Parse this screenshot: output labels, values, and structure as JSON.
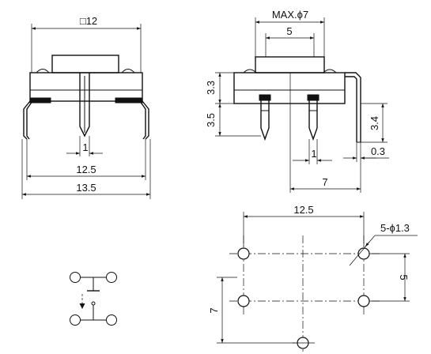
{
  "front_view": {
    "dim_body": "□12",
    "dim_pin_width": "1",
    "dim_pin_span": "12.5",
    "dim_overall": "13.5"
  },
  "side_view": {
    "dim_stem_max": "MAX.ϕ7",
    "dim_stem": "5",
    "dim_height_upper": "3.3",
    "dim_height_lower": "3.5",
    "dim_leg_length": "3.4",
    "dim_pin_width": "1",
    "dim_leg_thickness": "0.3",
    "dim_depth": "7"
  },
  "footprint": {
    "dim_hole_span": "12.5",
    "dim_holes": "5-ϕ1.3",
    "dim_vertical_pitch": "5",
    "dim_center_offset": "7"
  },
  "schematic": {}
}
